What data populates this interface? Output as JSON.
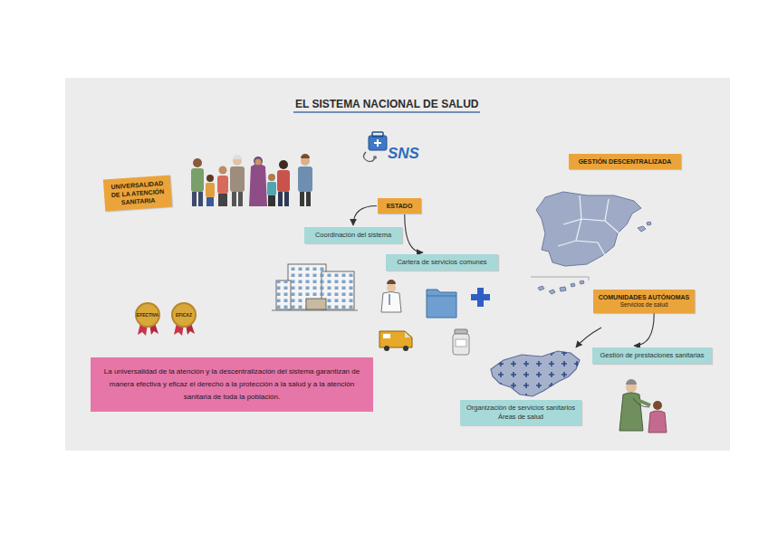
{
  "diagram": {
    "title": "EL SISTEMA NACIONAL DE SALUD",
    "nodes": [
      {
        "text": [
          "UNIVERSALIDAD DE LA ATENCIÓN SANITARIA"
        ]
      },
      {
        "text": [
          "ESTADO"
        ]
      },
      {
        "text": [
          "GESTIÓN DESCENTRALIZADA"
        ]
      },
      {
        "text": [
          "Coordinación del sistema"
        ]
      },
      {
        "text": [
          "Cartera de servicios comunes"
        ]
      },
      {
        "text": [
          "COMUNIDADES AUTÓNOMAS",
          "Servicios de salud"
        ]
      },
      {
        "text": [
          "EFECTIVA"
        ]
      },
      {
        "text": [
          "EFICAZ"
        ]
      },
      {
        "text": [
          "Gestión de prestaciones sanitarias"
        ]
      },
      {
        "text": [
          "La universalidad de la atención y la descentralización del sistema garantizan de manera efectiva y eficaz el derecho a la protección a la salud y a la atención sanitaria de toda la población."
        ]
      },
      {
        "text": [
          "Organización de servicios sanitarios",
          "Áreas de salud"
        ]
      }
    ],
    "edges": [
      {
        "from": 1,
        "to": 3,
        "arrow": "to"
      },
      {
        "from": 1,
        "to": 4,
        "arrow": "to"
      },
      {
        "from": 5,
        "to": 8,
        "arrow": "to"
      }
    ],
    "labels": [
      "SNS"
    ]
  }
}
